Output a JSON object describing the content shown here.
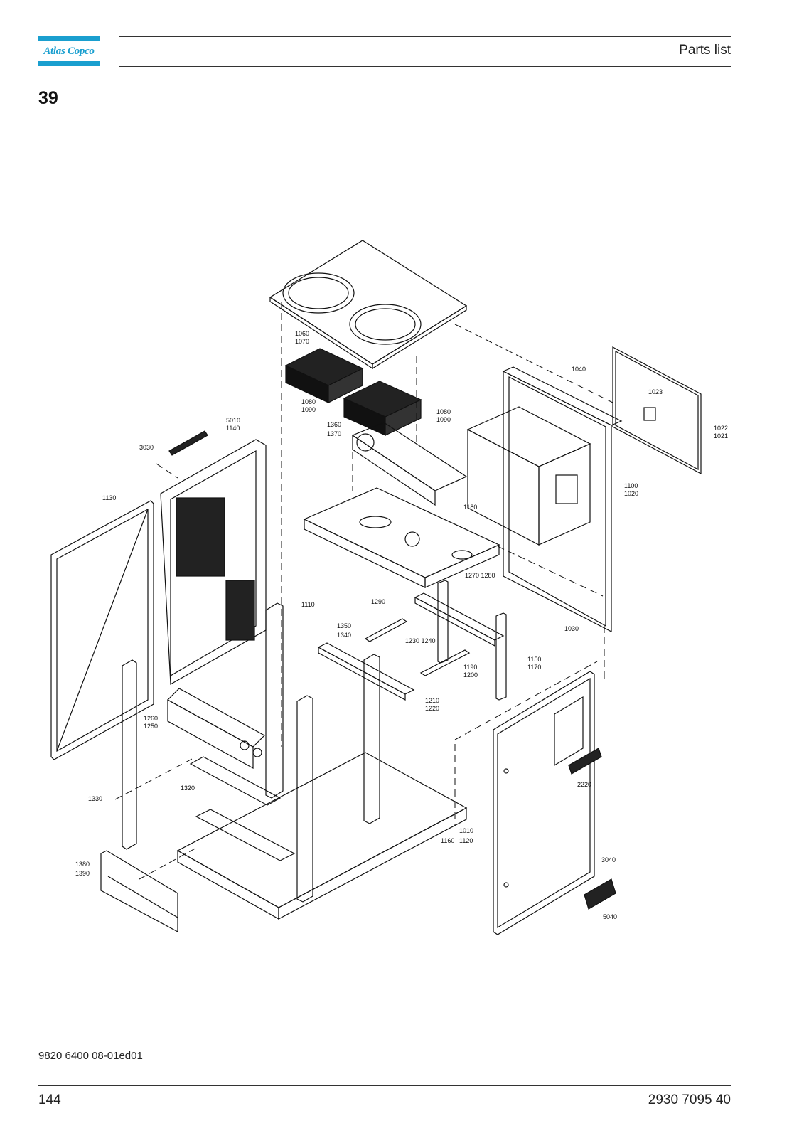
{
  "header": {
    "brand": "Atlas Copco",
    "title": "Parts list"
  },
  "section_number": "39",
  "drawing_labels": [
    "1060",
    "1070",
    "1080",
    "1090",
    "1080",
    "1090",
    "1360",
    "1370",
    "5010",
    "1140",
    "3030",
    "1130",
    "1040",
    "1023",
    "1022",
    "1021",
    "1100",
    "1020",
    "1180",
    "1270 1280",
    "1290",
    "1110",
    "1350",
    "1340",
    "1230 1240",
    "1030",
    "1150",
    "1170",
    "1190",
    "1200",
    "1210",
    "1220",
    "1260",
    "1250",
    "1320",
    "1330",
    "2220",
    "1010",
    "1160",
    "1120",
    "3040",
    "1380",
    "1390",
    "5040"
  ],
  "footer": {
    "doc_code": "9820 6400 08-01ed01",
    "page_number": "144",
    "doc_id": "2930 7095 40"
  }
}
